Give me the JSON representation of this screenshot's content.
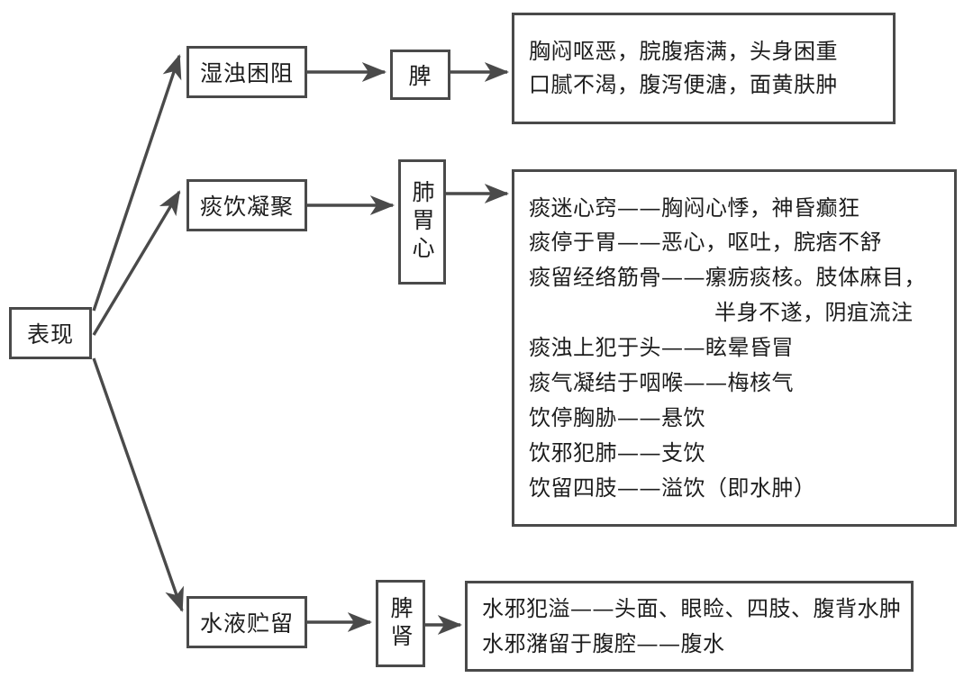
{
  "diagram": {
    "root": {
      "label": "表现"
    },
    "branches": [
      {
        "label": "湿浊困阻",
        "organ": "脾",
        "details": [
          "胸闷呕恶，脘腹痞满，头身困重",
          "口腻不渴，腹泻便溏，面黄肤肿"
        ]
      },
      {
        "label": "痰饮凝聚",
        "organ": "肺胃心",
        "details": [
          "痰迷心窍——胸闷心悸，神昏癫狂",
          "痰停于胃——恶心，呕吐，脘痞不舒",
          "痰留经络筋骨——瘰疬痰核。肢体麻目，",
          "半身不遂，阴疽流注",
          "痰浊上犯于头——眩晕昏冒",
          "痰气凝结于咽喉——梅核气",
          "饮停胸胁——悬饮",
          "饮邪犯肺——支饮",
          "饮留四肢——溢饮（即水肿）"
        ]
      },
      {
        "label": "水液贮留",
        "organ": "脾肾",
        "details": [
          "水邪犯溢——头面、眼睑、四肢、腹背水肿",
          "水邪潴留于腹腔——腹水"
        ]
      }
    ],
    "colors": {
      "border": "#4a4a4a",
      "text": "#1d1d1d",
      "background": "#ffffff"
    }
  }
}
